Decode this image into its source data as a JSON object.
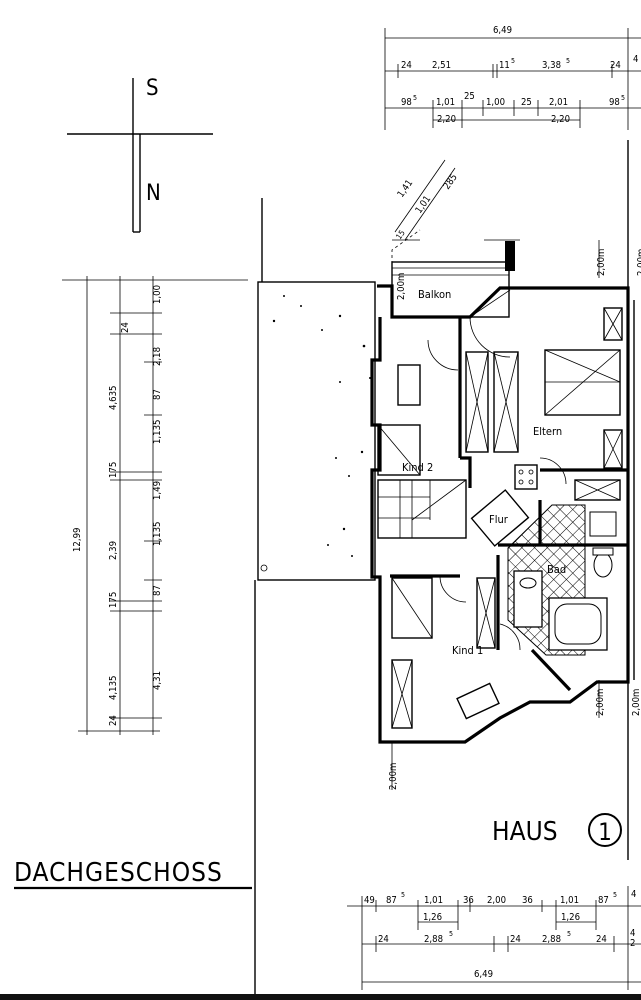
{
  "compass": {
    "south": "S",
    "north": "N"
  },
  "rooms": {
    "balkon": "Balkon",
    "eltern": "Eltern",
    "kind2": "Kind 2",
    "flur": "Flur",
    "bad": "Bad",
    "kind1": "Kind 1"
  },
  "labels": {
    "haus": "HAUS",
    "haus_number": "1",
    "floor": "DACHGESCHOSS",
    "height_200": "2,00m"
  },
  "dims_top": {
    "total": "6,49",
    "row1": [
      "24",
      "2,51",
      "11",
      "5",
      "3,38",
      "5",
      "24",
      "4"
    ],
    "row2": [
      "98",
      "5",
      "1,01",
      "25",
      "1,00",
      "25",
      "2,01",
      "98",
      "5"
    ],
    "row2b": [
      "2,20",
      "2,20"
    ]
  },
  "dims_left": {
    "total": "12,99",
    "col1": [
      "4,635",
      "175",
      "2,39",
      "175",
      "4,135",
      "24"
    ],
    "col2": [
      "1,00",
      "24",
      "2,18",
      "87",
      "1,135",
      "1,49",
      "1,135",
      "87",
      "4,31"
    ]
  },
  "dims_balcony": [
    "1,41",
    "1,01",
    "285",
    "15",
    "2,00m"
  ],
  "dims_bottom": {
    "total": "6,49",
    "row1": [
      "49",
      "87",
      "5",
      "1,01",
      "36",
      "2,00",
      "36",
      "1,01",
      "87",
      "5",
      "4"
    ],
    "row1b": [
      "1,26",
      "1,26"
    ],
    "row2": [
      "24",
      "2,88",
      "5",
      "24",
      "2,88",
      "5",
      "24",
      "4",
      "2"
    ]
  }
}
